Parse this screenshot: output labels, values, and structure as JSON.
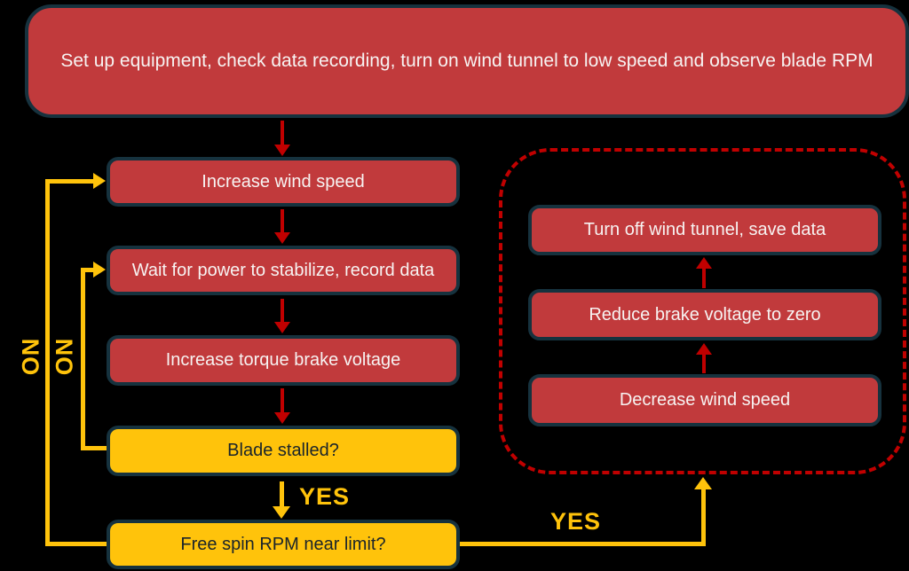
{
  "diagram": {
    "type": "flowchart",
    "background_color": "#000000",
    "colors": {
      "process_fill": "#C13A3C",
      "decision_fill": "#FFC30B",
      "node_outline": "#16323E",
      "arrow_red": "#C00000",
      "arrow_yellow": "#FFC30B",
      "text_on_red": "#F7F3F2",
      "text_on_yellow": "#1A242B",
      "group_border": "#C00000"
    },
    "nodes": {
      "start": {
        "label": "Set up equipment, check data recording, turn on wind tunnel to low speed and observe blade RPM"
      },
      "increase_wind": {
        "label": "Increase wind speed"
      },
      "wait_power": {
        "label": "Wait for power to stabilize, record data"
      },
      "increase_brake": {
        "label": "Increase torque brake voltage"
      },
      "blade_stalled": {
        "label": "Blade stalled?"
      },
      "free_spin": {
        "label": "Free spin RPM near limit?"
      },
      "turn_off": {
        "label": "Turn off wind tunnel, save data"
      },
      "reduce_brake": {
        "label": "Reduce brake voltage to zero"
      },
      "decrease_wind": {
        "label": "Decrease wind speed"
      }
    },
    "edge_labels": {
      "no_outer": "NO",
      "no_inner": "NO",
      "yes_stall": "YES",
      "yes_limit": "YES"
    }
  }
}
